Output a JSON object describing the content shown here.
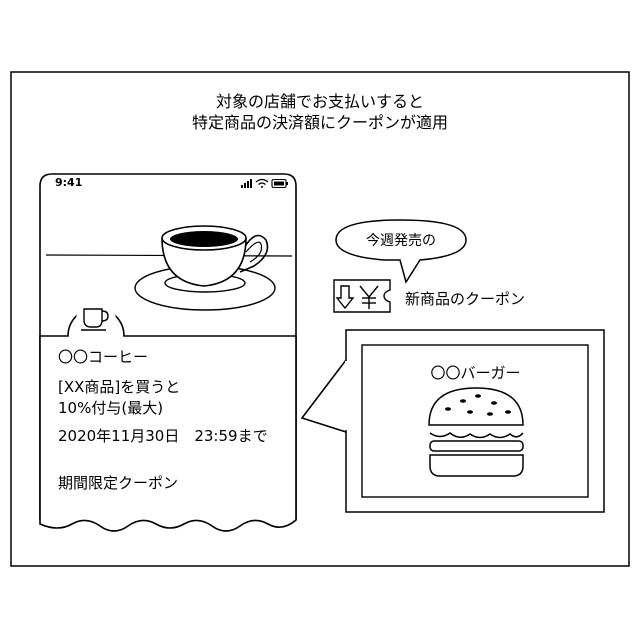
{
  "header": {
    "line1": "対象の店舗でお支払いすると",
    "line2": "特定商品の決済額にクーポンが適用"
  },
  "phone": {
    "status_time": "9:41",
    "coupon": {
      "store_name": "〇〇コーヒー",
      "line1": "[XX商品]を買うと",
      "line2": "10%付与(最大)",
      "expiry": "2020年11月30日　23:59まで",
      "type": "期間限定クーポン"
    }
  },
  "callout": {
    "bubble_text": "今週発売の",
    "new_coupon_label": "新商品のクーポン",
    "coupon_icon": "arrow-down-yen-ticket-icon"
  },
  "burger_panel": {
    "store_name": "〇〇バーガー",
    "icon": "hamburger-icon"
  },
  "colors": {
    "line": "#000000",
    "background": "#ffffff"
  }
}
